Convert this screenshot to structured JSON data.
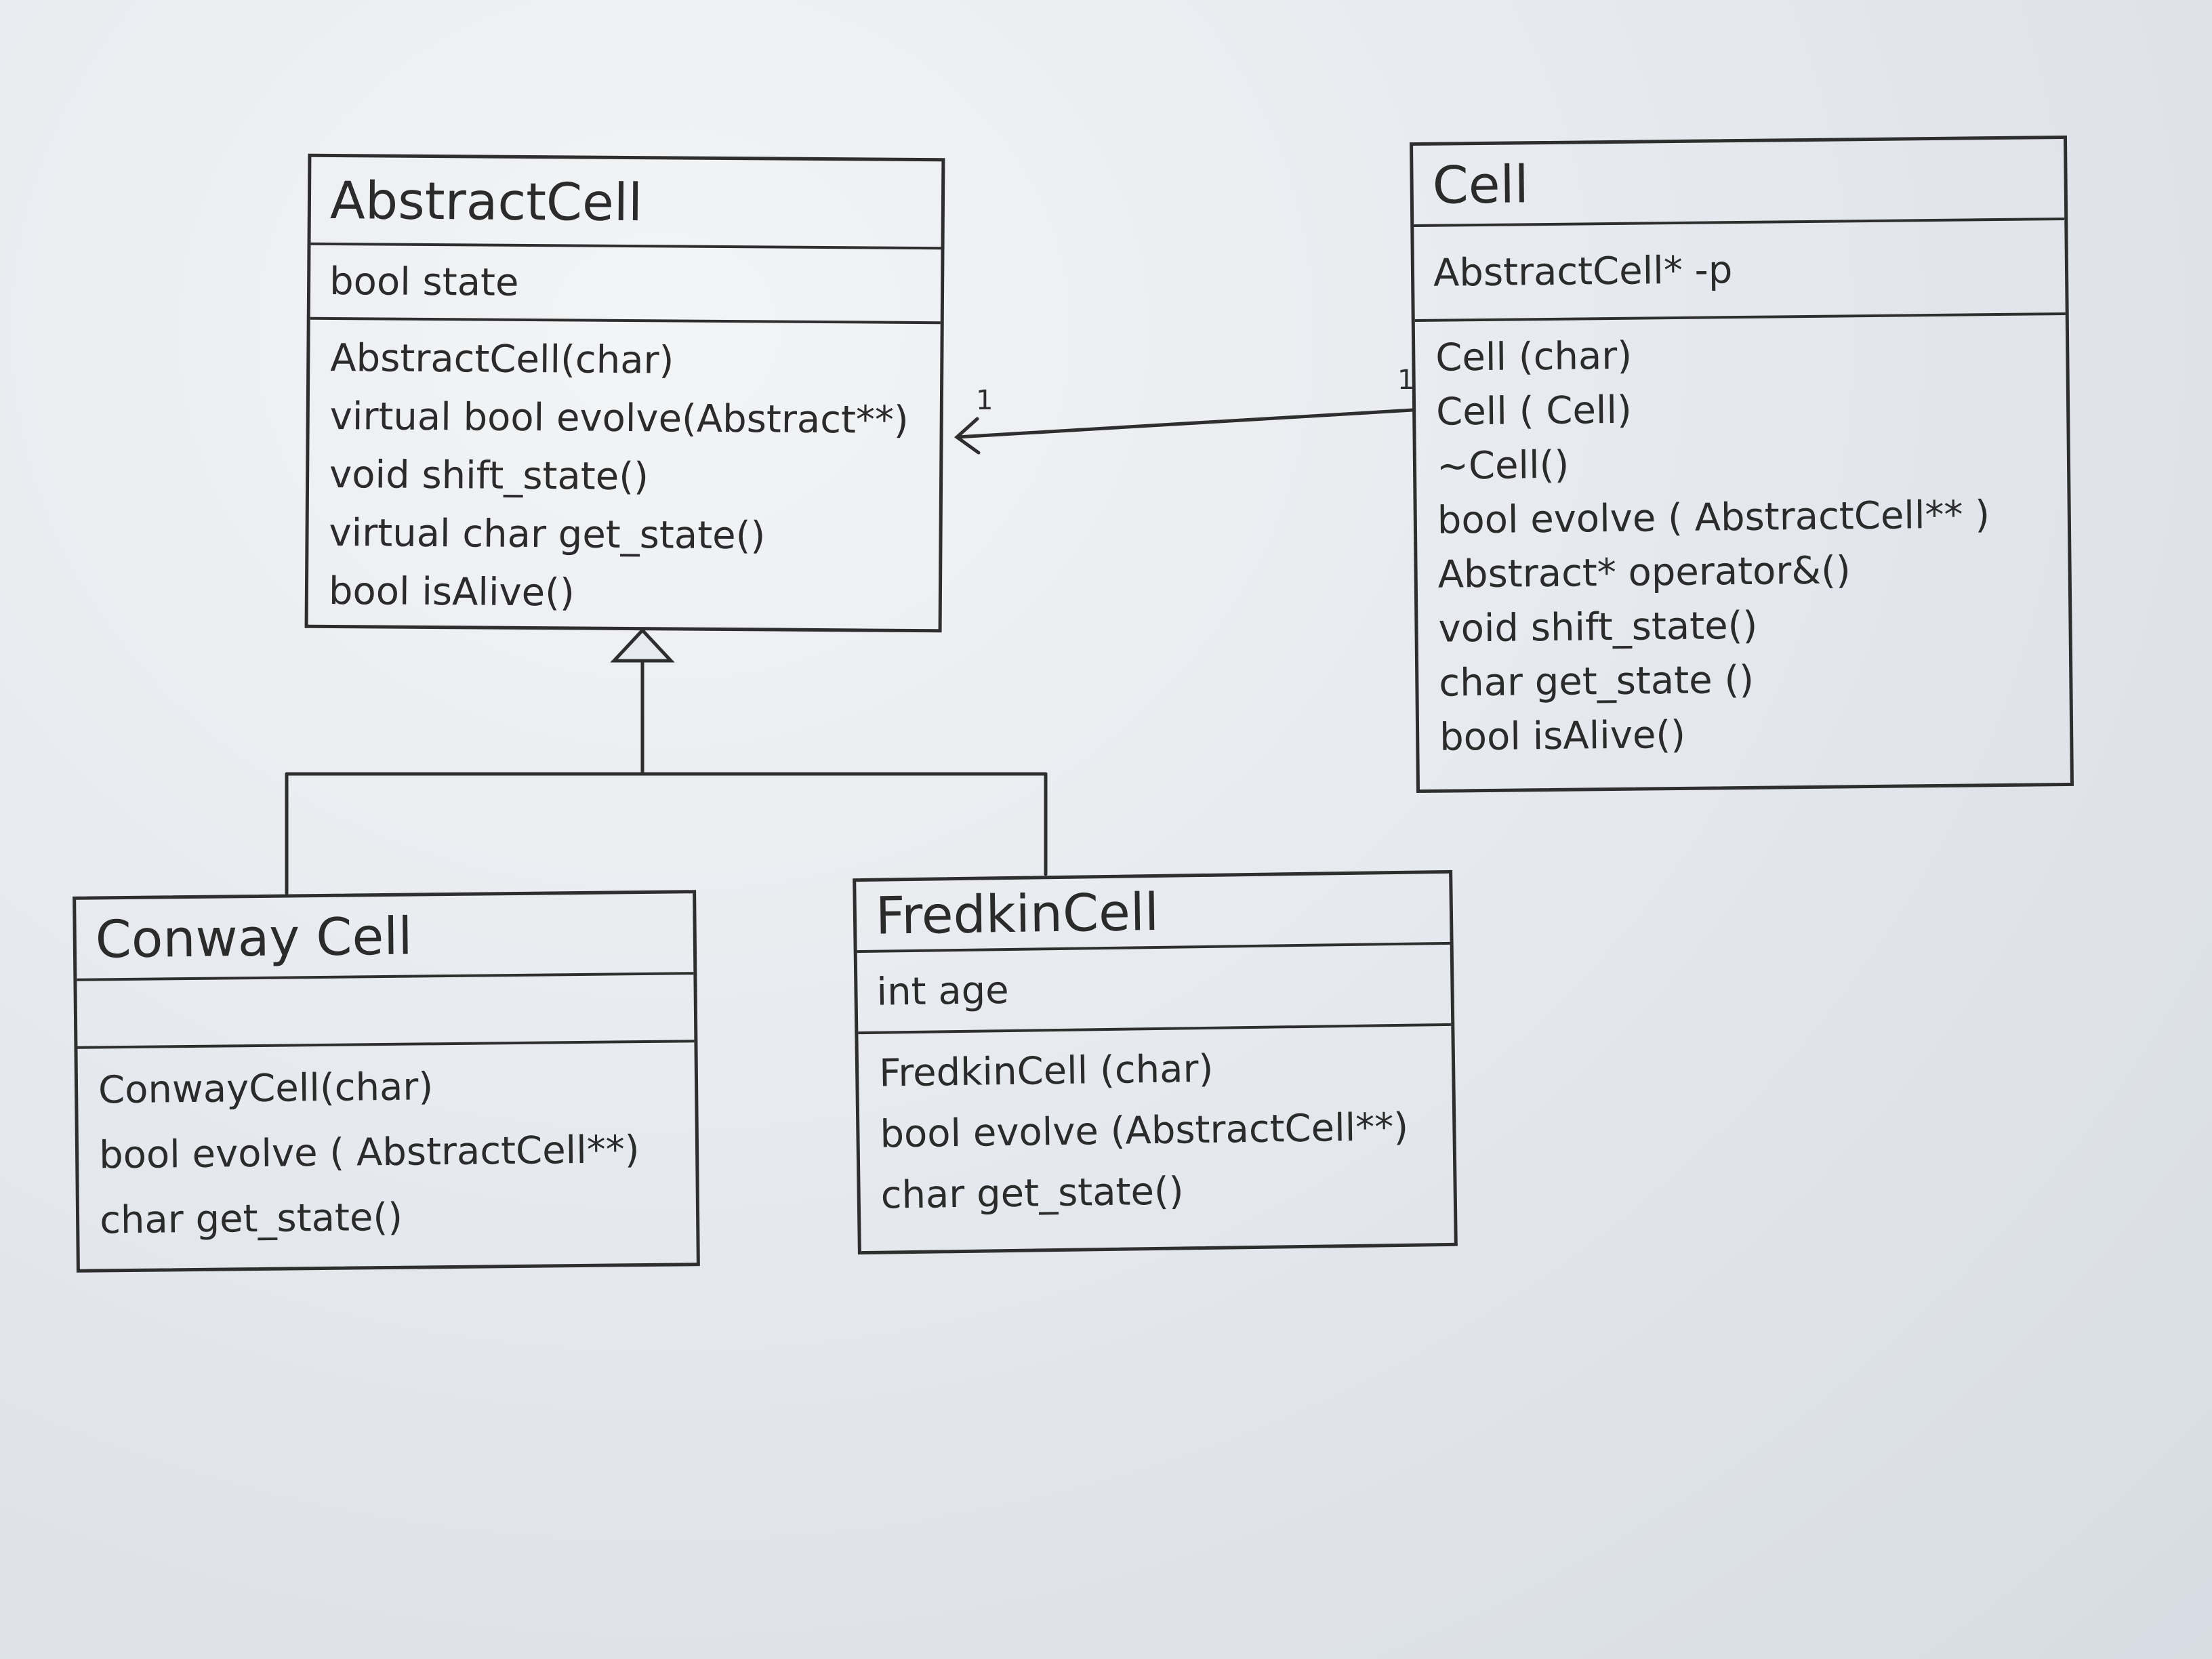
{
  "classes": {
    "abstract_cell": {
      "name": "AbstractCell",
      "attributes": [
        "bool state"
      ],
      "operations": [
        "AbstractCell(char)",
        "virtual bool evolve(Abstract**)",
        "void shift_state()",
        "virtual char get_state()",
        "bool isAlive()"
      ]
    },
    "cell": {
      "name": "Cell",
      "attributes": [
        "AbstractCell* -p"
      ],
      "operations": [
        "Cell (char)",
        "Cell ( Cell)",
        "~Cell()",
        "bool evolve ( AbstractCell** )",
        "Abstract* operator&()",
        "void shift_state()",
        "char get_state ()",
        "bool isAlive()"
      ]
    },
    "conway_cell": {
      "name": "Conway Cell",
      "attributes": [],
      "operations": [
        "ConwayCell(char)",
        "bool evolve ( AbstractCell**)",
        "char get_state()"
      ]
    },
    "fredkin_cell": {
      "name": "FredkinCell",
      "attributes": [
        "int age"
      ],
      "operations": [
        "FredkinCell (char)",
        "bool evolve (AbstractCell**)",
        "char get_state()"
      ]
    }
  },
  "relations": {
    "association": {
      "from": "Cell",
      "to": "AbstractCell",
      "from_multiplicity": "1",
      "to_multiplicity": "1"
    },
    "inheritance": {
      "parent": "AbstractCell",
      "children": [
        "ConwayCell",
        "FredkinCell"
      ]
    }
  },
  "colors": {
    "ink": "#2e2e2e",
    "paper": "#e6e9ee"
  }
}
